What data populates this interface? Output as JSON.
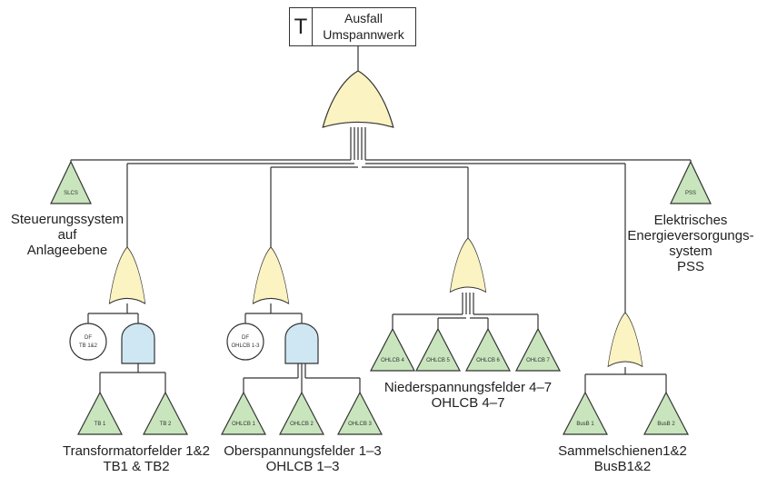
{
  "top_event": {
    "type_letter": "T",
    "line1": "Ausfall",
    "line2": "Umspannwerk"
  },
  "labels": {
    "slcs": {
      "tag": "SLCS",
      "desc": [
        "Steuerungssystem",
        "auf",
        "Anlageebene"
      ]
    },
    "pss": {
      "tag": "PSS",
      "desc": [
        "Elektrisches",
        "Energieversorgungs-",
        "system",
        "PSS"
      ]
    },
    "df_tb": [
      "DF",
      "TB 1&2"
    ],
    "df_ohlcb": [
      "DF",
      "OHLCB 1-3"
    ],
    "transformer": {
      "tags": [
        "TB 1",
        "TB 2"
      ],
      "caption": [
        "Transformatorfelder 1&2",
        "TB1 & TB2"
      ]
    },
    "high_voltage": {
      "tags": [
        "OHLCB 1",
        "OHLCB 2",
        "OHLCB 3"
      ],
      "caption": [
        "Oberspannungsfelder 1–3",
        "OHLCB 1–3"
      ]
    },
    "low_voltage": {
      "tags": [
        "OHLCB 4",
        "OHLCB 5",
        "OHLCB 6",
        "OHLCB 7"
      ],
      "caption": [
        "Niederspannungsfelder 4–7",
        "OHLCB 4–7"
      ]
    },
    "busbars": {
      "tags": [
        "BusB 1",
        "BusB 2"
      ],
      "caption": [
        "Sammelschienen1&2",
        "BusB1&2"
      ]
    }
  },
  "colors": {
    "or_gate_fill": "#fbf3c2",
    "and_gate_fill": "#cfe7f3",
    "basic_event_fill": "#c9e5bd",
    "line": "#333333"
  }
}
